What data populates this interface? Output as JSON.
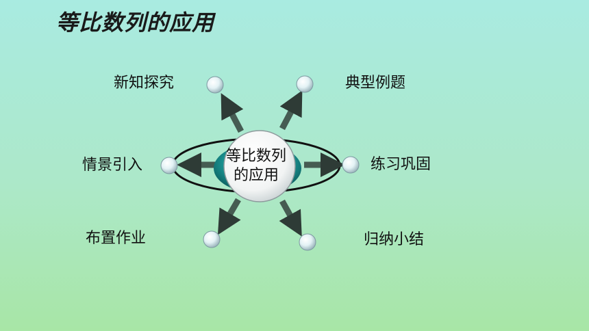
{
  "title": "等比数列的应用",
  "hub": {
    "line1": "等比数列",
    "line2": "的应用"
  },
  "nodes": [
    {
      "id": "top-left",
      "label": "新知探究"
    },
    {
      "id": "top-right",
      "label": "典型例题"
    },
    {
      "id": "left",
      "label": "情景引入"
    },
    {
      "id": "right",
      "label": "练习巩固"
    },
    {
      "id": "bottom-left",
      "label": "布置作业"
    },
    {
      "id": "bottom-right",
      "label": "归纳小结"
    }
  ],
  "colors": {
    "background_top": "#a9ebe1",
    "background_bottom": "#a8e6a6",
    "arrow": "#3b4a44",
    "hub_ring": "#1a8a8a",
    "orbit": "#111111",
    "node_ball": "#e6f4f7"
  }
}
